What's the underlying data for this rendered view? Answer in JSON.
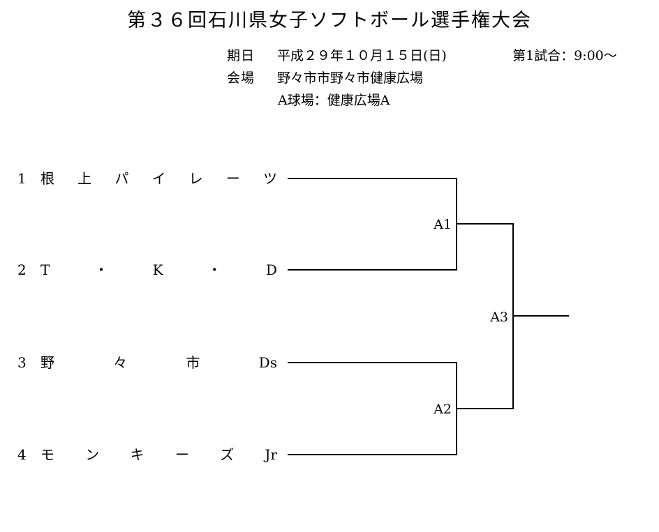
{
  "page": {
    "background": "#ffffff",
    "text_color": "#000000"
  },
  "title": "第３６回石川県女子ソフトボール選手権大会",
  "info": {
    "date_label": "期日",
    "date_value": "平成２９年１０月１５日(日)",
    "first_game_time": "第1試合：9:00～",
    "venue_label": "会場",
    "venue_value": "野々市市野々市健康広場",
    "field_line": "A球場：健康広場A"
  },
  "bracket": {
    "field_name": "A球場",
    "teams": [
      {
        "seed": "1",
        "name": "根上パイレーツ",
        "name_chars": [
          "根",
          "上",
          "パ",
          "イ",
          "レ",
          "ー",
          "ツ"
        ]
      },
      {
        "seed": "2",
        "name": "T・K・D",
        "name_chars": [
          "T",
          "・",
          "K",
          "・",
          "D"
        ]
      },
      {
        "seed": "3",
        "name": "野々市Ds",
        "name_chars": [
          "野",
          "々",
          "市",
          "Ds"
        ]
      },
      {
        "seed": "4",
        "name": "モンキーズJr",
        "name_chars": [
          "モ",
          "ン",
          "キ",
          "ー",
          "ズ",
          "Jr"
        ]
      }
    ],
    "match_labels": {
      "semifinal1": "A1",
      "semifinal2": "A2",
      "final": "A3"
    }
  }
}
